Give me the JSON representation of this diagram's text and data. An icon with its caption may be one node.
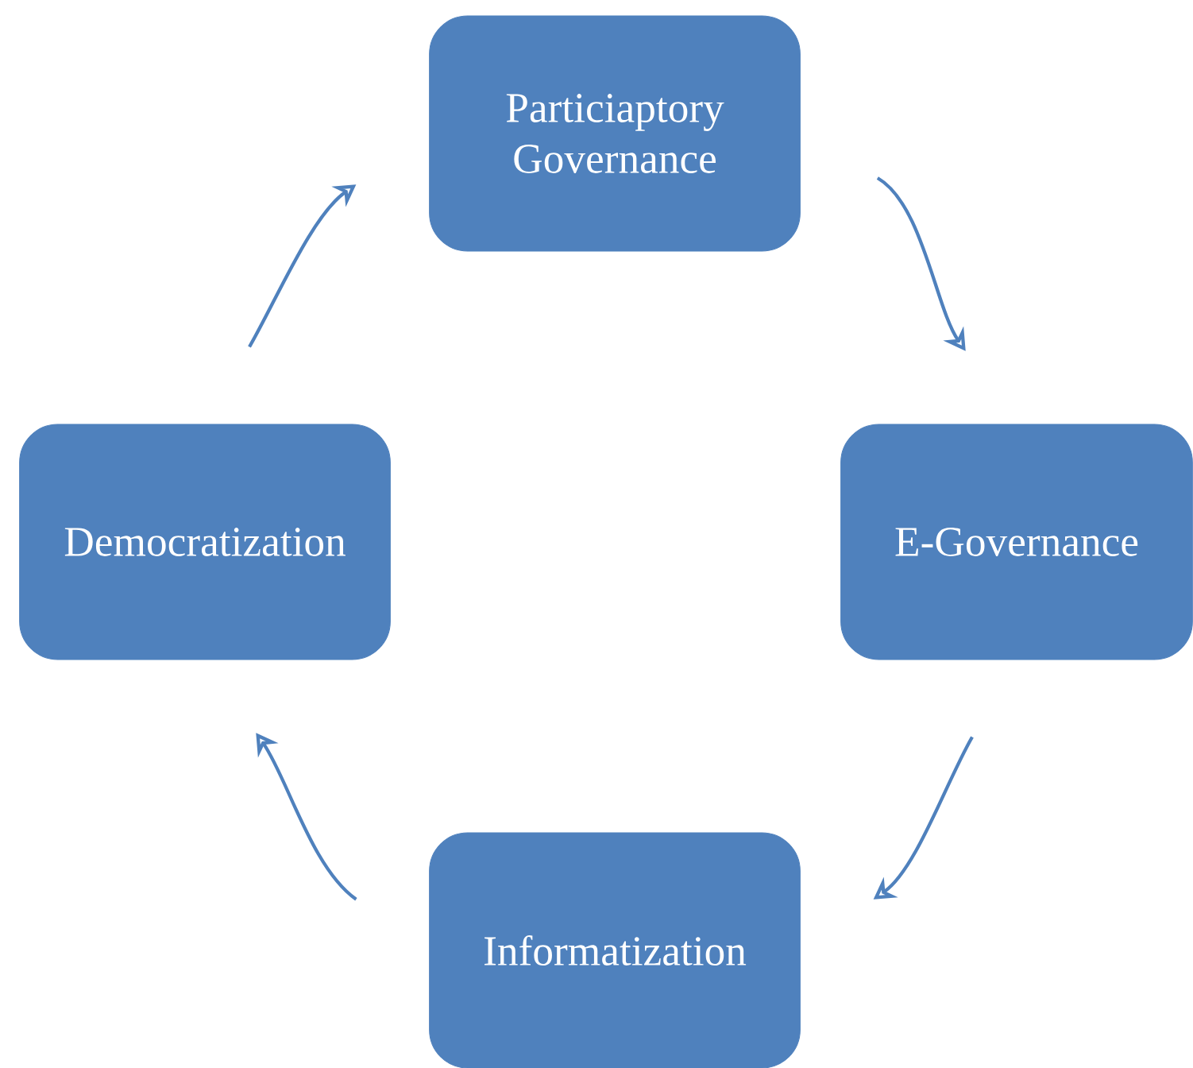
{
  "diagram": {
    "nodes": [
      {
        "text": [
          "Particiaptory Governance"
        ]
      },
      {
        "text": [
          "E-Governance"
        ]
      },
      {
        "text": [
          "Informatization"
        ]
      },
      {
        "text": [
          "Democratization"
        ]
      }
    ],
    "edges": [
      {
        "from": 3,
        "to": 0,
        "arrow": "to"
      },
      {
        "from": 0,
        "to": 1,
        "arrow": "to"
      },
      {
        "from": 1,
        "to": 2,
        "arrow": "to"
      },
      {
        "from": 2,
        "to": 3,
        "arrow": "to"
      }
    ]
  }
}
